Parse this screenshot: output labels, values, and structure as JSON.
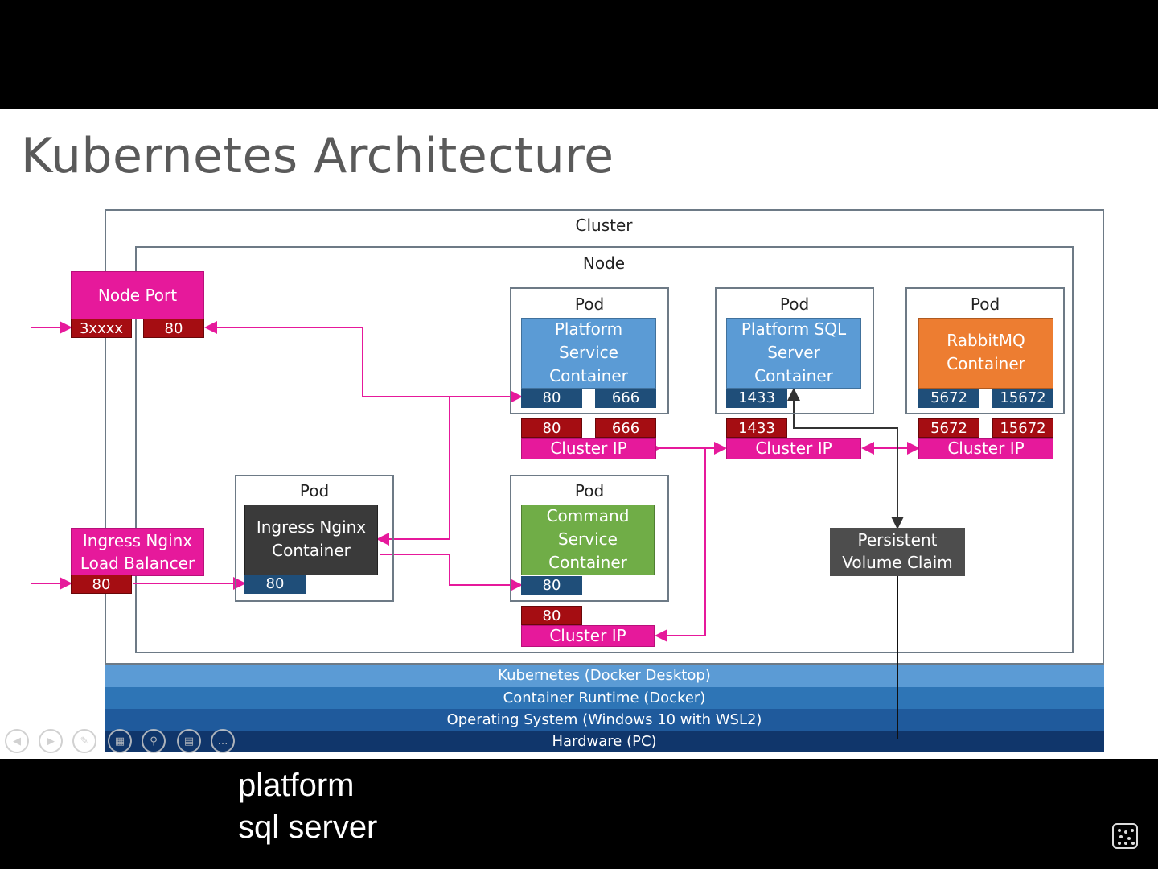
{
  "title": "Kubernetes Architecture",
  "cluster_label": "Cluster",
  "node_label": "Node",
  "node_port": {
    "label": "Node Port",
    "ports": [
      "3xxxx",
      "80"
    ]
  },
  "ingress_lb": {
    "label_line1": "Ingress Nginx",
    "label_line2": "Load Balancer",
    "port": "80"
  },
  "pods": {
    "platform": {
      "pod_label": "Pod",
      "container": [
        "Platform",
        "Service",
        "Container"
      ],
      "ports": [
        "80",
        "666"
      ],
      "service_ports": [
        "80",
        "666"
      ],
      "service": "Cluster IP"
    },
    "sql": {
      "pod_label": "Pod",
      "container": [
        "Platform SQL",
        "Server",
        "Container"
      ],
      "ports": [
        "1433"
      ],
      "service_ports": [
        "1433"
      ],
      "service": "Cluster IP"
    },
    "rabbit": {
      "pod_label": "Pod",
      "container": [
        "RabbitMQ",
        "Container"
      ],
      "ports": [
        "5672",
        "15672"
      ],
      "service_ports": [
        "5672",
        "15672"
      ],
      "service": "Cluster IP"
    },
    "ingress": {
      "pod_label": "Pod",
      "container": [
        "Ingress Nginx",
        "Container"
      ],
      "ports": [
        "80"
      ]
    },
    "command": {
      "pod_label": "Pod",
      "container": [
        "Command",
        "Service",
        "Container"
      ],
      "ports": [
        "80"
      ],
      "service_ports": [
        "80"
      ],
      "service": "Cluster IP"
    }
  },
  "pvc": {
    "line1": "Persistent",
    "line2": "Volume Claim"
  },
  "layers": [
    {
      "label": "Kubernetes (Docker Desktop)",
      "color": "#5b9bd5"
    },
    {
      "label": "Container Runtime (Docker)",
      "color": "#2e75b6"
    },
    {
      "label": "Operating System (Windows 10 with WSL2)",
      "color": "#1f5a9c"
    },
    {
      "label": "Hardware (PC)",
      "color": "#10366b"
    }
  ],
  "colors": {
    "wire": "#e6199b",
    "port_red": "#a50d12",
    "port_blue": "#1f4e79",
    "platform": "#5b9bd5",
    "rabbit": "#ed7d31",
    "command": "#70ad47",
    "ingress": "#3a3a3a",
    "pvc": "#4d4d4d"
  },
  "subtitles": [
    "platform",
    "sql server"
  ],
  "controls": [
    "prev-icon",
    "next-icon",
    "pen-icon",
    "slides-icon",
    "zoom-icon",
    "subtitles-icon",
    "more-icon"
  ]
}
